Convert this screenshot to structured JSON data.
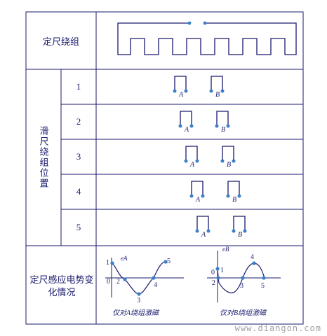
{
  "table": {
    "stator_label": "定尺绕组",
    "slider_label": "滑尺绕组位置",
    "emf_label": "定尺感应电势变化情况"
  },
  "rows": [
    {
      "number": "1"
    },
    {
      "number": "2"
    },
    {
      "number": "3"
    },
    {
      "number": "4"
    },
    {
      "number": "5"
    }
  ],
  "coil_labels": {
    "a": "A",
    "b": "B"
  },
  "graphs": {
    "left": {
      "axis_label": "eA",
      "caption": "仅对A绕组激磁",
      "points": [
        "1",
        "2",
        "3",
        "4",
        "5"
      ],
      "origin": "0"
    },
    "right": {
      "axis_label": "eB",
      "caption": "仅对B绕组激磁",
      "points": [
        "1",
        "2",
        "3",
        "4",
        "5"
      ],
      "origin": "0"
    }
  },
  "watermark": "www.diangon.com",
  "colors": {
    "line": "#1a1a6e",
    "point": "#3a7fc8",
    "cell_border": "#1a1a6e"
  }
}
